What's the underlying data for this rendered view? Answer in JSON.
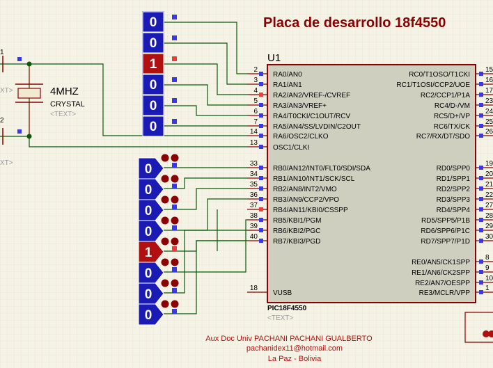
{
  "title": "Placa de desarrollo 18f4550",
  "colors": {
    "background": "#f5f3e6",
    "wire": "#0a5a0a",
    "pin_line": "#8b0000",
    "title": "#8b0000",
    "chip_fill": "#cfcfc0",
    "chip_border": "#8b0000",
    "led_blue": "#1a1ab4",
    "led_red": "#b01010",
    "footer": "#b01010",
    "logic_low": "#3838ee",
    "logic_high": "#ee3b3b"
  },
  "chip": {
    "ref": "U1",
    "part": "PIC18F4550",
    "text_placeholder": "<TEXT>",
    "left_pins": [
      {
        "num": "2",
        "label": "RA0/AN0",
        "state": "low"
      },
      {
        "num": "3",
        "label": "RA1/AN1",
        "state": "low"
      },
      {
        "num": "4",
        "label": "RA2/AN2/VREF-/CVREF",
        "state": "high"
      },
      {
        "num": "5",
        "label": "RA3/AN3/VREF+",
        "state": "low"
      },
      {
        "num": "6",
        "label": "RA4/T0CKI/C1OUT/RCV",
        "state": "low"
      },
      {
        "num": "7",
        "label": "RA5/AN4/SS/LVDIN/C2OUT",
        "state": "low"
      },
      {
        "num": "14",
        "label": "RA6/OSC2/CLKO",
        "state": "low"
      },
      {
        "num": "13",
        "label": "OSC1/CLKI",
        "state": "low"
      },
      {
        "num": "33",
        "label": "RB0/AN12/INT0/FLT0/SDI/SDA",
        "state": "low"
      },
      {
        "num": "34",
        "label": "RB1/AN10/INT1/SCK/SCL",
        "state": "low"
      },
      {
        "num": "35",
        "label": "RB2/AN8/INT2/VMO",
        "state": "low"
      },
      {
        "num": "36",
        "label": "RB3/AN9/CCP2/VPO",
        "state": "low"
      },
      {
        "num": "37",
        "label": "RB4/AN11/KBI0/CSSPP",
        "state": "high"
      },
      {
        "num": "38",
        "label": "RB5/KBI1/PGM",
        "state": "low"
      },
      {
        "num": "39",
        "label": "RB6/KBI2/PGC",
        "state": "low"
      },
      {
        "num": "40",
        "label": "RB7/KBI3/PGD",
        "state": "low"
      },
      {
        "num": "18",
        "label": "VUSB",
        "state": "none"
      }
    ],
    "right_pins": [
      {
        "num": "15",
        "label": "RC0/T1OSO/T1CKI"
      },
      {
        "num": "16",
        "label": "RC1/T1OSI/CCP2/UOE"
      },
      {
        "num": "17",
        "label": "RC2/CCP1/P1A"
      },
      {
        "num": "23",
        "label": "RC4/D-/VM"
      },
      {
        "num": "24",
        "label": "RC5/D+/VP"
      },
      {
        "num": "25",
        "label": "RC6/TX/CK"
      },
      {
        "num": "26",
        "label": "RC7/RX/DT/SDO"
      },
      {
        "num": "19",
        "label": "RD0/SPP0"
      },
      {
        "num": "20",
        "label": "RD1/SPP1"
      },
      {
        "num": "21",
        "label": "RD2/SPP2"
      },
      {
        "num": "22",
        "label": "RD3/SPP3"
      },
      {
        "num": "27",
        "label": "RD4/SPP4"
      },
      {
        "num": "28",
        "label": "RD5/SPP5/P1B"
      },
      {
        "num": "29",
        "label": "RD6/SPP6/P1C"
      },
      {
        "num": "30",
        "label": "RD7/SPP7/P1D"
      },
      {
        "num": "8",
        "label": "RE0/AN5/CK1SPP"
      },
      {
        "num": "9",
        "label": "RE1/AN6/CK2SPP"
      },
      {
        "num": "10",
        "label": "RE2/AN7/OESPP"
      },
      {
        "num": "1",
        "label": "RE3/MCLR/VPP"
      }
    ]
  },
  "crystal": {
    "value": "4MHZ",
    "name": "CRYSTAL",
    "text_placeholder": "<TEXT>",
    "side_labels": [
      "XT>",
      "XT>"
    ],
    "pin_marks": [
      "1",
      "2"
    ]
  },
  "port_a_indicators": [
    "0",
    "0",
    "1",
    "0",
    "0",
    "0"
  ],
  "port_b_switches": [
    "0",
    "0",
    "0",
    "0",
    "1",
    "0",
    "0",
    "0"
  ],
  "footer": {
    "line1": "Aux Doc Univ PACHANI PACHANI GUALBERTO",
    "line2": "pachanidex11@hotmail.com",
    "line3": "La Paz - Bolivia"
  }
}
